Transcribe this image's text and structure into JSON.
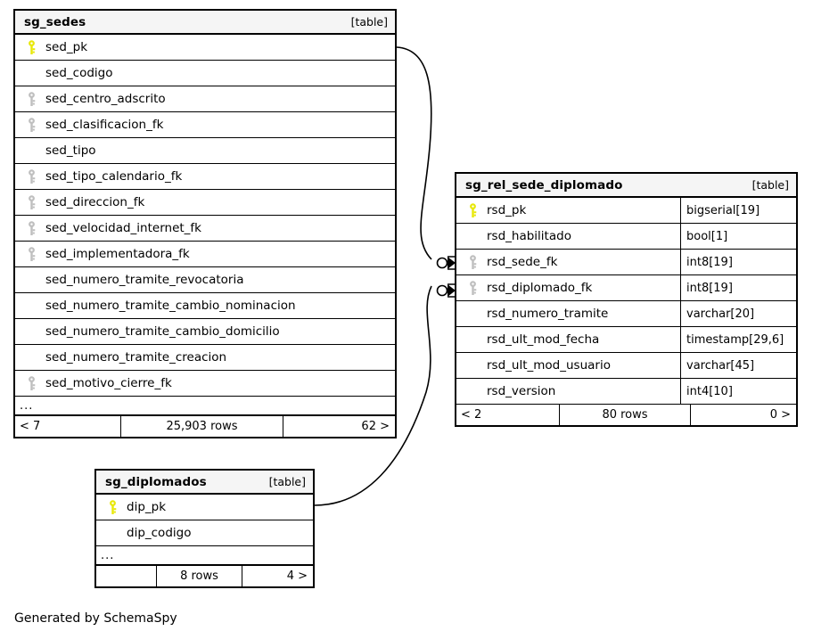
{
  "diagram": {
    "generator_note": "Generated by SchemaSpy",
    "table_tag": "[table]",
    "ellipsis": "...",
    "pk_icon": "yellow-key-icon",
    "fk_icon": "gray-key-icon",
    "colors": {
      "pk_key": "#e8e80a",
      "fk_key": "#bfbfbf",
      "header_bg": "#f5f5f5",
      "border": "#000000",
      "line": "#000000"
    }
  },
  "tables": [
    {
      "id": "sg_sedes",
      "name": "sg_sedes",
      "tag": "[table]",
      "columns": [
        {
          "name": "sed_pk",
          "key": "pk",
          "type": ""
        },
        {
          "name": "sed_codigo",
          "key": "none",
          "type": ""
        },
        {
          "name": "sed_centro_adscrito",
          "key": "fk",
          "type": ""
        },
        {
          "name": "sed_clasificacion_fk",
          "key": "fk",
          "type": ""
        },
        {
          "name": "sed_tipo",
          "key": "none",
          "type": ""
        },
        {
          "name": "sed_tipo_calendario_fk",
          "key": "fk",
          "type": ""
        },
        {
          "name": "sed_direccion_fk",
          "key": "fk",
          "type": ""
        },
        {
          "name": "sed_velocidad_internet_fk",
          "key": "fk",
          "type": ""
        },
        {
          "name": "sed_implementadora_fk",
          "key": "fk",
          "type": ""
        },
        {
          "name": "sed_numero_tramite_revocatoria",
          "key": "none",
          "type": ""
        },
        {
          "name": "sed_numero_tramite_cambio_nominacion",
          "key": "none",
          "type": ""
        },
        {
          "name": "sed_numero_tramite_cambio_domicilio",
          "key": "none",
          "type": ""
        },
        {
          "name": "sed_numero_tramite_creacion",
          "key": "none",
          "type": ""
        },
        {
          "name": "sed_motivo_cierre_fk",
          "key": "fk",
          "type": ""
        }
      ],
      "has_ellipsis": true,
      "footer": {
        "left": "< 7",
        "middle": "25,903 rows",
        "right": "62 >"
      }
    },
    {
      "id": "sg_rel_sede_diplomado",
      "name": "sg_rel_sede_diplomado",
      "tag": "[table]",
      "columns": [
        {
          "name": "rsd_pk",
          "key": "pk",
          "type": "bigserial[19]"
        },
        {
          "name": "rsd_habilitado",
          "key": "none",
          "type": "bool[1]"
        },
        {
          "name": "rsd_sede_fk",
          "key": "fk",
          "type": "int8[19]"
        },
        {
          "name": "rsd_diplomado_fk",
          "key": "fk",
          "type": "int8[19]"
        },
        {
          "name": "rsd_numero_tramite",
          "key": "none",
          "type": "varchar[20]"
        },
        {
          "name": "rsd_ult_mod_fecha",
          "key": "none",
          "type": "timestamp[29,6]"
        },
        {
          "name": "rsd_ult_mod_usuario",
          "key": "none",
          "type": "varchar[45]"
        },
        {
          "name": "rsd_version",
          "key": "none",
          "type": "int4[10]"
        }
      ],
      "has_ellipsis": false,
      "footer": {
        "left": "< 2",
        "middle": "80 rows",
        "right": "0 >"
      }
    },
    {
      "id": "sg_diplomados",
      "name": "sg_diplomados",
      "tag": "[table]",
      "columns": [
        {
          "name": "dip_pk",
          "key": "pk",
          "type": ""
        },
        {
          "name": "dip_codigo",
          "key": "none",
          "type": ""
        }
      ],
      "has_ellipsis": true,
      "footer": {
        "left": "",
        "middle": "8 rows",
        "right": "4 >"
      }
    }
  ],
  "relationships": [
    {
      "from": "sg_sedes.sed_pk",
      "to": "sg_rel_sede_diplomado.rsd_sede_fk",
      "cardinality": "zero-or-many"
    },
    {
      "from": "sg_diplomados.dip_pk",
      "to": "sg_rel_sede_diplomado.rsd_diplomado_fk",
      "cardinality": "zero-or-many"
    }
  ]
}
